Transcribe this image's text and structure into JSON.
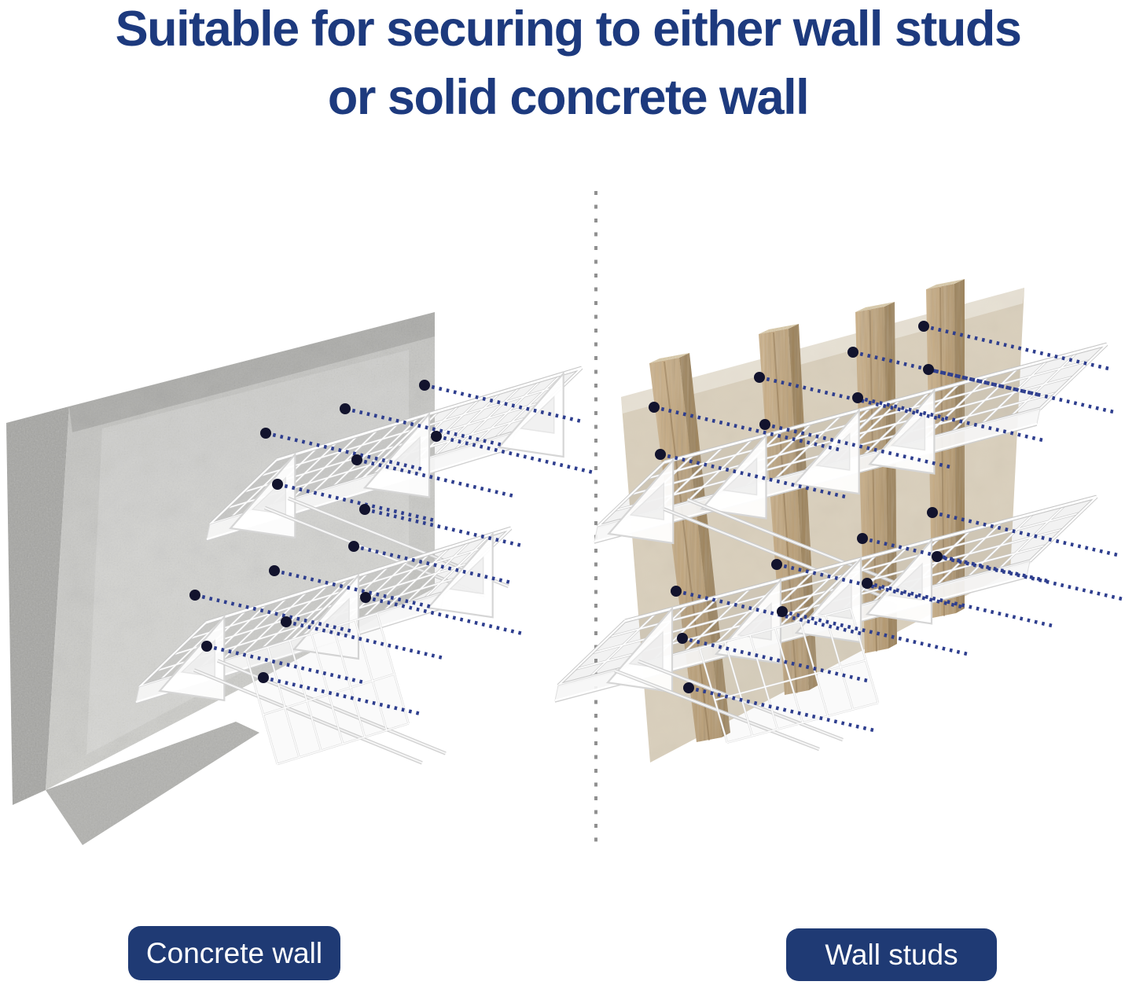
{
  "title": {
    "line1": "Suitable for securing to either wall studs",
    "line2": "or solid concrete wall"
  },
  "panels": {
    "left": {
      "label": "Concrete wall"
    },
    "right": {
      "label": "Wall studs"
    }
  },
  "colors": {
    "title_text": "#1d3a7e",
    "label_background": "#1f3a74",
    "label_text": "#ffffff",
    "screw_dotted_line": "#2e3e8e",
    "screw_head": "#12132d",
    "concrete_wall": "#c6c6c3",
    "drywall_panel": "#d9cfbc",
    "wood_stud": "#c2a77d",
    "shelf_wire": "#ffffff",
    "divider_dots": "#909090"
  }
}
